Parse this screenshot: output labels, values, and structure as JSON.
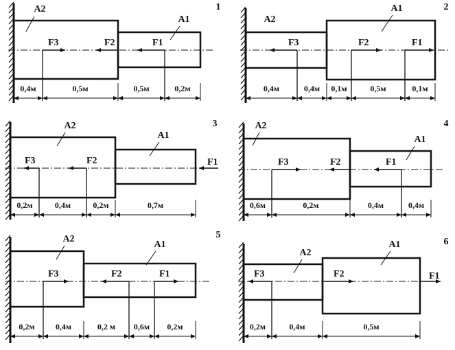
{
  "panels": [
    {
      "number": "1",
      "a1": "A1",
      "a2": "A2",
      "forces": [
        "F1",
        "F2",
        "F3"
      ],
      "dims": [
        "0,4м",
        "0,5м",
        "0,5м",
        "0,2м"
      ]
    },
    {
      "number": "2",
      "a1": "A1",
      "a2": "A2",
      "forces": [
        "F1",
        "F2",
        "F3"
      ],
      "dims": [
        "0,4м",
        "0,4м",
        "0,1м",
        "0,5м",
        "0,1м"
      ]
    },
    {
      "number": "3",
      "a1": "A1",
      "a2": "A2",
      "forces": [
        "F1",
        "F2",
        "F3"
      ],
      "dims": [
        "0,2м",
        "0,4м",
        "0,2м",
        "0,7м"
      ]
    },
    {
      "number": "4",
      "a1": "A1",
      "a2": "A2",
      "forces": [
        "F1",
        "F2",
        "F3"
      ],
      "dims": [
        "0,6м",
        "0,2м",
        "0,4м",
        "0,4м"
      ]
    },
    {
      "number": "5",
      "a1": "A1",
      "a2": "A2",
      "forces": [
        "F1",
        "F2",
        "F3"
      ],
      "dims": [
        "0,2м",
        "0,4м",
        "0,2 м",
        "0,6м",
        "0,2м"
      ]
    },
    {
      "number": "6",
      "a1": "A1",
      "a2": "A2",
      "forces": [
        "F1",
        "F2",
        "F3"
      ],
      "dims": [
        "0,2м",
        "0,4м",
        "0,5м"
      ]
    }
  ]
}
